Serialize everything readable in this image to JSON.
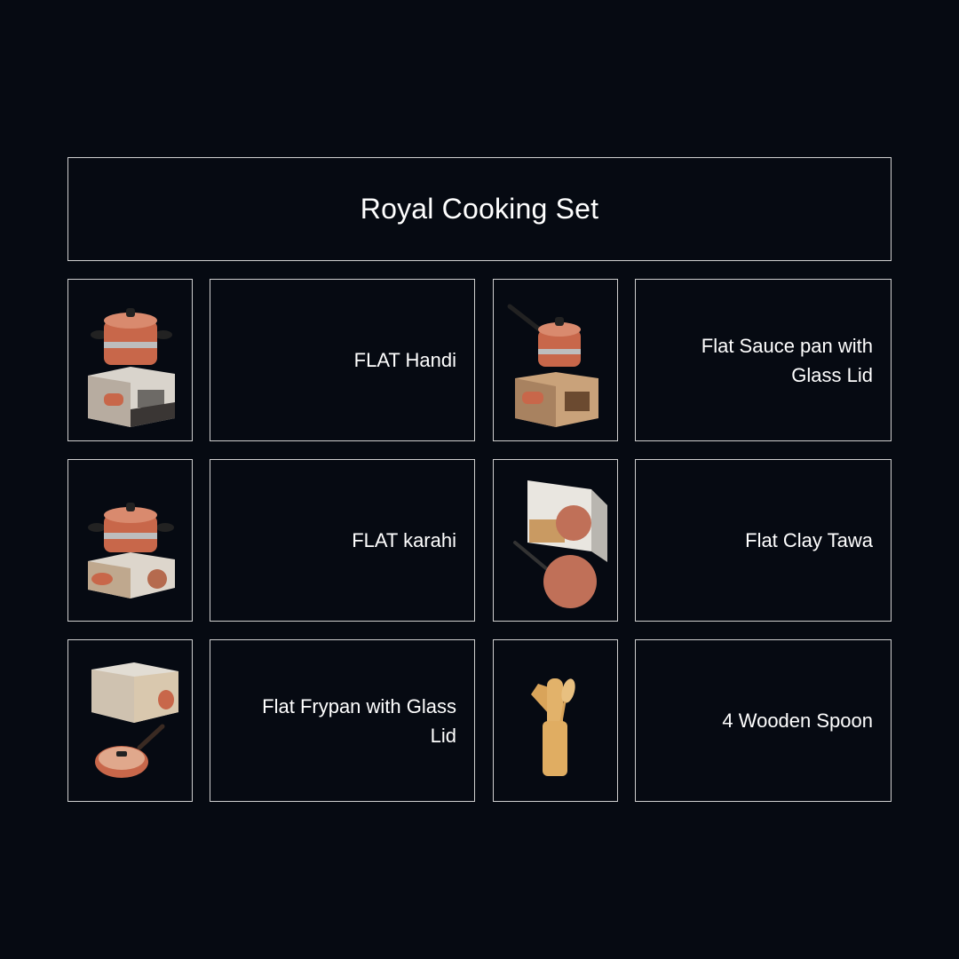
{
  "title": "Royal Cooking Set",
  "colors": {
    "background": "#060a12",
    "border": "#cfcfcf",
    "text": "#ffffff",
    "terracotta": "#c8674a",
    "wood": "#d9a45a"
  },
  "items": [
    {
      "label": "FLAT Handi",
      "image": "handi-pot-with-box-image"
    },
    {
      "label": "Flat Sauce pan with Glass Lid",
      "image": "saucepan-with-box-image"
    },
    {
      "label": "FLAT karahi",
      "image": "karahi-with-box-image"
    },
    {
      "label": "Flat Clay Tawa",
      "image": "tawa-with-box-image"
    },
    {
      "label": "Flat Frypan with Glass Lid",
      "image": "frypan-with-box-image"
    },
    {
      "label": "4 Wooden Spoon",
      "image": "wooden-spoons-holder-image"
    }
  ]
}
